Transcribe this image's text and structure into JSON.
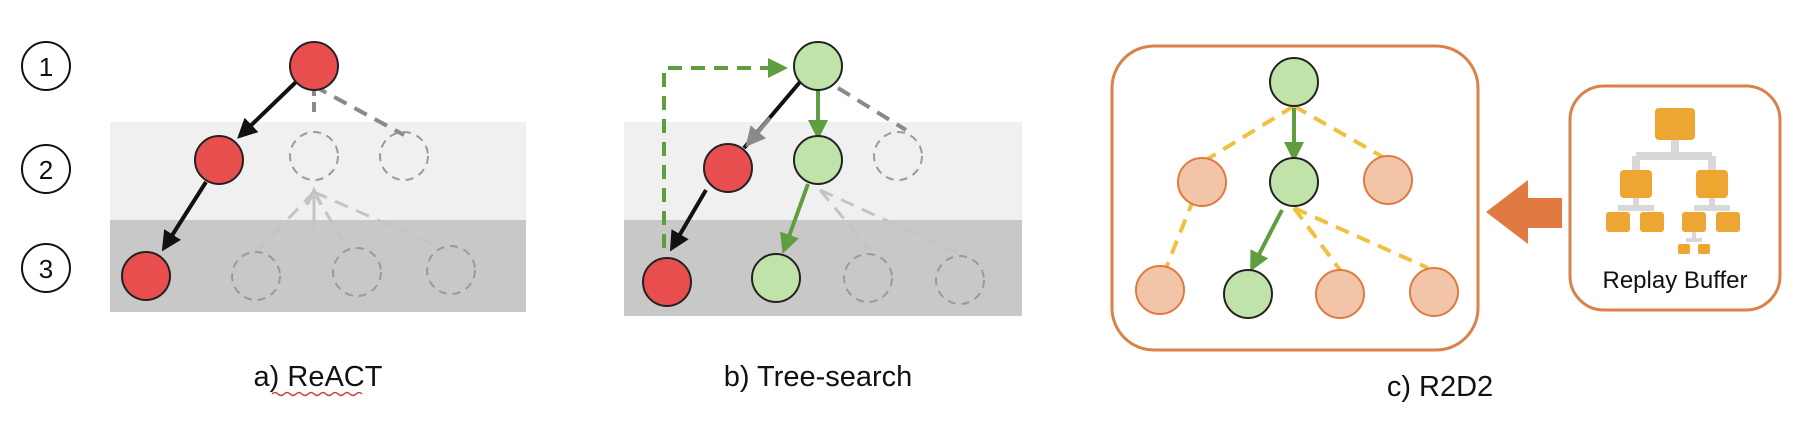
{
  "levels": [
    "1",
    "2",
    "3"
  ],
  "panels": {
    "a": {
      "caption": "a) ReACT"
    },
    "b": {
      "caption": "b) Tree-search"
    },
    "c": {
      "caption": "c) R2D2",
      "buffer_label": "Replay Buffer"
    }
  },
  "colors": {
    "red_node": "#e94e4e",
    "green_node": "#bfe3a8",
    "peach_node": "#f2c4a8",
    "peach_stroke": "#e07a40",
    "green_arrow": "#5e9e3e",
    "gold_dash": "#f0c040",
    "band_light": "#f0f0f0",
    "band_dark": "#c8c8c8",
    "buffer_orange": "#eea632",
    "big_arrow": "#e07a40"
  }
}
